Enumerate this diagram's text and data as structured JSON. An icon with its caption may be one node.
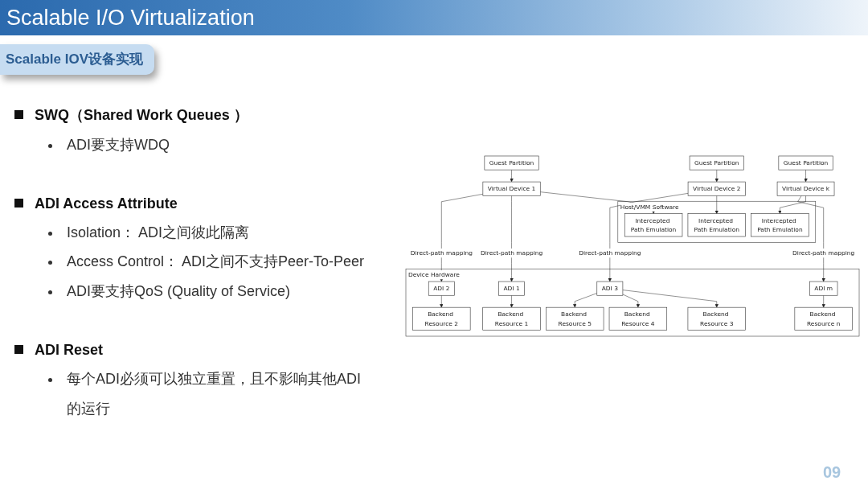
{
  "diagram": {
    "title": "Scalable I/O Virtualization",
    "nodes": [
      {
        "text": [
          "Guest Partition"
        ]
      },
      {
        "text": [
          "Guest Partition"
        ]
      },
      {
        "text": [
          "Guest Partition"
        ]
      },
      {
        "text": [
          "Virtual Device 1"
        ]
      },
      {
        "text": [
          "Virtual Device 2"
        ]
      },
      {
        "text": [
          "Virtual Device k"
        ]
      },
      {
        "text": [
          "Host/VMM Software"
        ]
      },
      {
        "text": [
          "Intercepted Path Emulation"
        ],
        "in": 6
      },
      {
        "text": [
          "Intercepted Path Emulation"
        ],
        "in": 6
      },
      {
        "text": [
          "Intercepted Path Emulation"
        ],
        "in": 6
      },
      {
        "text": [
          "Device Hardware"
        ]
      },
      {
        "text": [
          "ADI 1"
        ],
        "in": 10
      },
      {
        "text": [
          "ADI 2"
        ],
        "in": 10
      },
      {
        "text": [
          "ADI 3"
        ],
        "in": 10
      },
      {
        "text": [
          "ADI m"
        ],
        "in": 10
      },
      {
        "text": [
          "Backend Resource 1"
        ],
        "in": 10
      },
      {
        "text": [
          "Backend Resource 2"
        ],
        "in": 10
      },
      {
        "text": [
          "Backend Resource 3"
        ],
        "in": 10
      },
      {
        "text": [
          "Backend Resource 4"
        ],
        "in": 10
      },
      {
        "text": [
          "Backend Resource 5"
        ],
        "in": 10
      },
      {
        "text": [
          "Backend Resource n"
        ],
        "in": 10
      }
    ],
    "edges": [
      {
        "from": 0,
        "to": 3,
        "arrow": "to"
      },
      {
        "from": 1,
        "to": 4,
        "arrow": "to"
      },
      {
        "from": 2,
        "to": 5,
        "arrow": "to"
      },
      {
        "from": 3,
        "to": 7,
        "arrow": "to"
      },
      {
        "from": 3,
        "to": 11,
        "arrow": "to",
        "label": "Direct-path mapping"
      },
      {
        "from": 3,
        "to": 12,
        "arrow": "to",
        "label": "Direct-path mapping"
      },
      {
        "from": 4,
        "to": 8,
        "arrow": "to"
      },
      {
        "from": 4,
        "to": 13,
        "arrow": "to",
        "label": "Direct-path mapping"
      },
      {
        "from": 5,
        "to": 9,
        "arrow": "to"
      },
      {
        "from": 5,
        "to": 14,
        "arrow": "to",
        "label": "Direct-path mapping"
      },
      {
        "from": 11,
        "to": 15,
        "arrow": "to"
      },
      {
        "from": 12,
        "to": 16,
        "arrow": "to"
      },
      {
        "from": 13,
        "to": 17,
        "arrow": "to"
      },
      {
        "from": 13,
        "to": 18,
        "arrow": "to"
      },
      {
        "from": 13,
        "to": 19,
        "arrow": "to"
      },
      {
        "from": 14,
        "to": 20,
        "arrow": "to"
      }
    ],
    "labels": [
      "Scalable IOV设备实现",
      "SWQ（Shared Work Queues ）",
      "ADI要支持WDQ",
      "ADI Access Attribute",
      "Isolation： ADI之间彼此隔离",
      "Access Control： ADI之间不支持Peer-To-Peer",
      "ADI要支持QoS (Quality of Service)",
      "ADI Reset",
      "每个ADI必须可以独立重置，且不影响其他ADI的运行",
      "09"
    ]
  }
}
